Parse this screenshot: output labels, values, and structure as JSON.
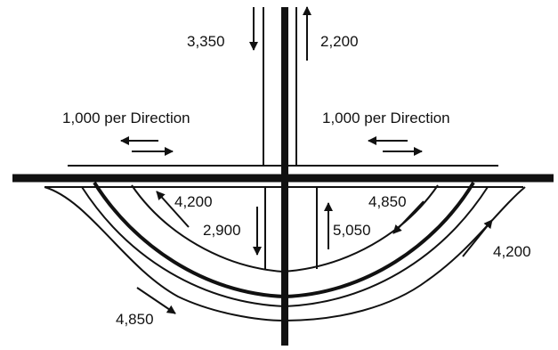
{
  "labels": {
    "southbound_top": "3,350",
    "northbound_top": "2,200",
    "left_per_direction": "1,000 per Direction",
    "right_per_direction": "1,000 per Direction",
    "inner_left_ramp": "4,200",
    "inner_right_ramp": "4,850",
    "southbound_below": "2,900",
    "northbound_below": "5,050",
    "outer_right_ramp": "4,200",
    "outer_left_ramp": "4,850"
  },
  "colors": {
    "line": "#111111",
    "background": "#ffffff"
  }
}
